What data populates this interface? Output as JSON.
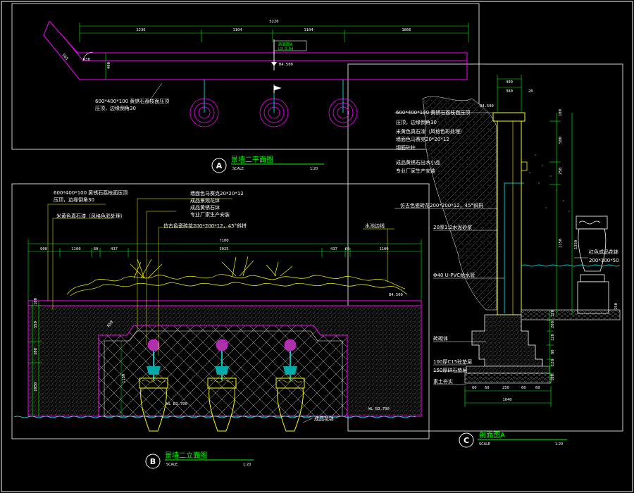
{
  "drawing": {
    "colors": {
      "background": "#000000",
      "frame": "#ffffff",
      "dimension": "#00ff00",
      "wall": "#ff00ff",
      "water": "#00ffff",
      "planting": "#ffff00",
      "leader": "#ffff00"
    },
    "plan": {
      "badge": "A",
      "title": "景墙二平面图",
      "scale_label": "SCALE",
      "scale_value": "1:20",
      "dims_top": [
        "2236",
        "1104",
        "1104",
        "1866"
      ],
      "dim_total": "5220",
      "dim_side": "565",
      "dim_height": "400",
      "dim_radius": "R30",
      "section_marker": "剖面图A",
      "section_ref": "LD-2.04",
      "elevation_mark": "B4.500",
      "note_line1": "600*400*100 黄锈石荔枝面压顶",
      "note_line2": "压顶，边缘倒角30"
    },
    "elevation": {
      "badge": "B",
      "title": "景墙二立面图",
      "scale_label": "SCALE",
      "scale_value": "1:20",
      "notes_left": [
        "600*400*100 黄锈石荔枝面压顶",
        "压顶，边缘倒角30",
        "米黄色真石漆（风格色彩处理）"
      ],
      "notes_center": [
        "墙面色马赛克20*20*12",
        "成品景观花钵",
        "成品黄锈石钵",
        "专业厂家生产安装"
      ],
      "note_tile": "仿古色瓷砖花200*200*12，45°斜拼",
      "note_right": "水池边线",
      "dims_top": [
        "900",
        "1100",
        "60",
        "437",
        "3025",
        "437",
        "60",
        "1100"
      ],
      "dim_total": "7100",
      "left_dims": [
        "100",
        "550",
        "300",
        "1050"
      ],
      "inner_dim": "1150",
      "corner_dim": "R50",
      "water_left": "WL B3.700",
      "water_right": "WL B3.700",
      "pool_label": "成品花钵",
      "top_elev": "B4.500"
    },
    "section": {
      "badge": "C",
      "title": "剖面图A",
      "scale_label": "SCALE",
      "scale_value": "1:20",
      "top_dims": [
        "400",
        "380",
        "20"
      ],
      "top_elev": "B4.500",
      "notes": [
        "600*400*100 黄锈石荔枝面压顶",
        "压顶，边缘倒角30",
        "米黄色真石漆（风格色彩处理）",
        "墙面色马赛克20*20*12",
        "钢筋砼柱",
        "成品黄锈石出水小品",
        "专业厂家生产安装"
      ],
      "note_tile": "仿古色瓷砖花200*200*12，45°斜拼",
      "note_mortar": "20厚1:2水泥砂浆",
      "note_pipe": "Φ40 U-PVC给水管",
      "note_wall": "砖砌体",
      "note_base1": "100厚C15砼垫层",
      "note_base2": "150厚碎石垫层",
      "note_base3": "素土夯实",
      "pot_note1": "红色成品花钵",
      "pot_note2": "200*100*50",
      "right_dims": [
        "100",
        "500",
        "250",
        "1150",
        "1350"
      ],
      "bottom_dims": [
        "60",
        "60",
        "250",
        "60",
        "60"
      ],
      "bottom_total": "1040",
      "side_small": [
        "150",
        "200",
        "120",
        "80",
        "120",
        "100"
      ],
      "pot_dim": "150"
    }
  }
}
